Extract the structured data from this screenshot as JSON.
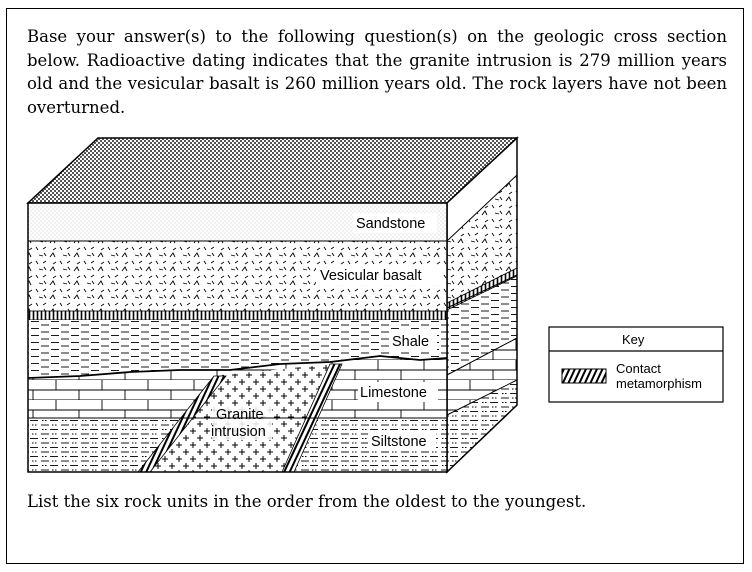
{
  "intro_text": "Base your answer(s) to the following question(s) on the geologic cross section below. Radioactive dating indicates that the granite intrusion is 279 million years old and the vesicular basalt is 260 million years old. The rock layers have not been overturned.",
  "question_text": "List the six rock units in the order from the oldest to the youngest.",
  "layers": {
    "sandstone": "Sandstone",
    "vesicular_basalt": "Vesicular basalt",
    "shale": "Shale",
    "limestone": "Limestone",
    "siltstone": "Siltstone",
    "granite_line1": "Granite",
    "granite_line2": "intrusion"
  },
  "key": {
    "title": "Key",
    "item_line1": "Contact",
    "item_line2": "metamorphism"
  }
}
